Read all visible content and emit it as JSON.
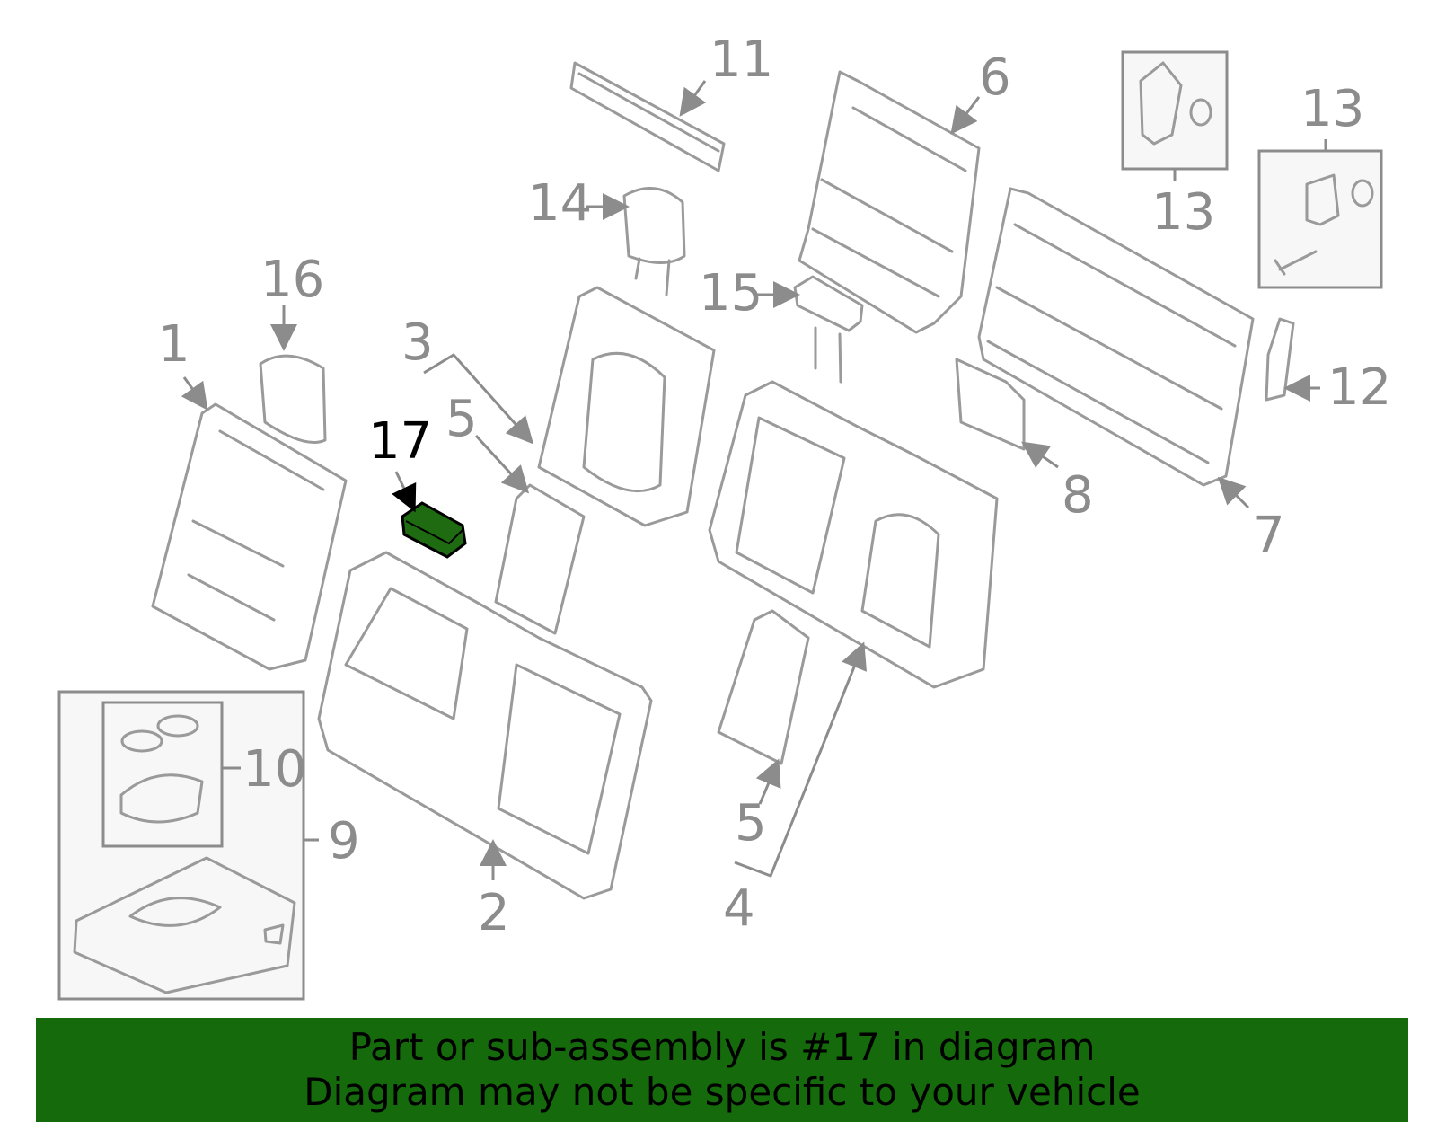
{
  "diagram": {
    "highlighted_part": "17",
    "highlight_color": "#1e6b12",
    "callouts": {
      "c1": "1",
      "c2": "2",
      "c3": "3",
      "c4": "4",
      "c5a": "5",
      "c5b": "5",
      "c6": "6",
      "c7": "7",
      "c8": "8",
      "c9": "9",
      "c10": "10",
      "c11": "11",
      "c12": "12",
      "c13a": "13",
      "c13b": "13",
      "c14": "14",
      "c15": "15",
      "c16": "16",
      "c17": "17"
    }
  },
  "banner": {
    "line1": "Part or sub-assembly is #17 in diagram",
    "line2": "Diagram may not be specific to your vehicle",
    "background": "#156b0b"
  }
}
